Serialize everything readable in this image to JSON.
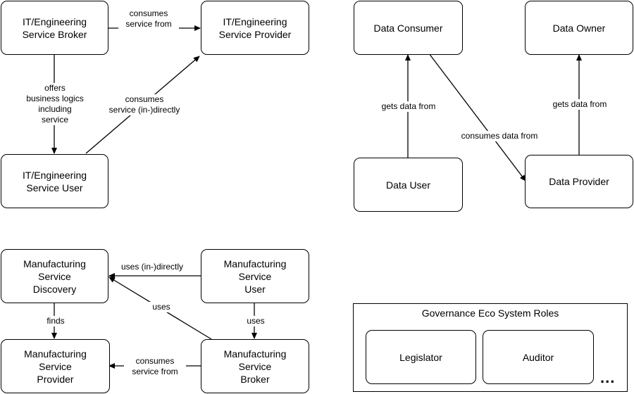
{
  "nodes": {
    "it_broker": "IT/Engineering\nService Broker",
    "it_provider": "IT/Engineering\nService Provider",
    "it_user": "IT/Engineering\nService User",
    "data_consumer": "Data Consumer",
    "data_owner": "Data Owner",
    "data_user": "Data User",
    "data_provider": "Data Provider",
    "mfg_discovery": "Manufacturing\nService\nDiscovery",
    "mfg_user": "Manufacturing\nService\nUser",
    "mfg_provider": "Manufacturing\nService\nProvider",
    "mfg_broker": "Manufacturing\nService\nBroker"
  },
  "edge_labels": {
    "it_broker_to_provider": "consumes\nservice from",
    "it_broker_to_user": "offers\nbusiness logics\nincluding\nservice",
    "it_user_to_provider": "consumes\nservice (in-)directly",
    "data_user_to_consumer": "gets data from",
    "data_consumer_to_provider": "consumes data from",
    "data_provider_to_owner": "gets data from",
    "mfg_user_to_discovery": "uses (in-)directly",
    "mfg_broker_to_discovery": "uses",
    "mfg_user_to_broker": "uses",
    "mfg_discovery_to_provider": "finds",
    "mfg_broker_to_provider": "consumes\nservice from"
  },
  "governance": {
    "title": "Governance Eco System Roles",
    "legislator": "Legislator",
    "auditor": "Auditor",
    "ellipsis": "..."
  }
}
